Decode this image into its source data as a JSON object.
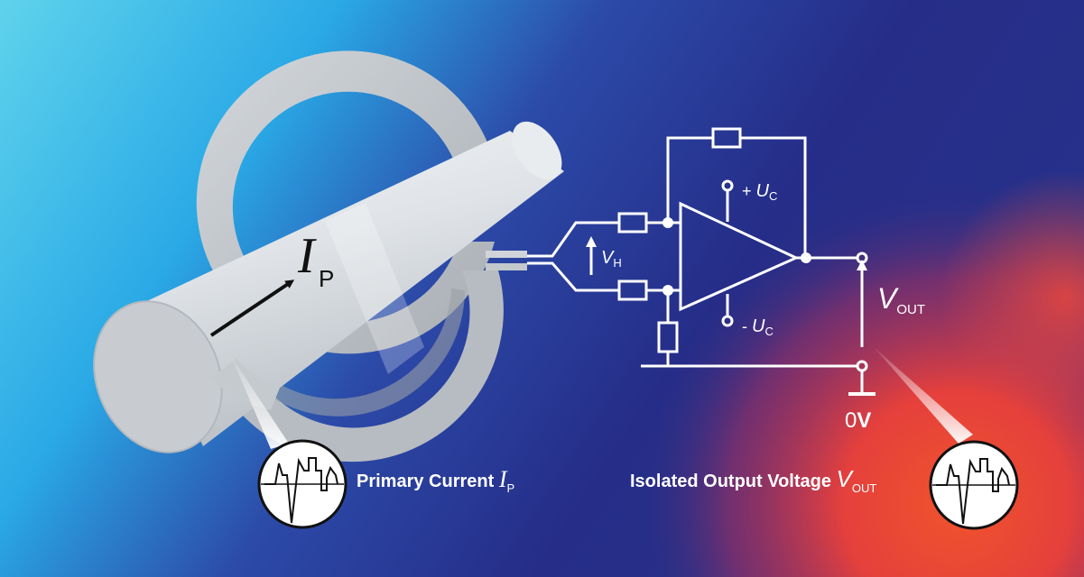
{
  "colors": {
    "bg_cyan": "#3ec9ee",
    "bg_blue": "#2b4aa6",
    "bg_navy": "#232b86",
    "bg_red": "#e8423a",
    "bg_orange": "#ef5a2a",
    "metal": "#c9cdd2",
    "wire": "#ffffff"
  },
  "conductor": {
    "current_symbol": "I",
    "current_subscript": "P"
  },
  "circuit": {
    "hall_voltage_symbol": "V",
    "hall_voltage_subscript": "H",
    "supply_pos_prefix": "+ ",
    "supply_pos_symbol": "U",
    "supply_pos_subscript": "C",
    "supply_neg_prefix": "- ",
    "supply_neg_symbol": "U",
    "supply_neg_subscript": "C",
    "output_symbol": "V",
    "output_subscript": "OUT",
    "ground_number": "0",
    "ground_unit": "V"
  },
  "callouts": {
    "primary_text": "Primary Current ",
    "primary_symbol": "I",
    "primary_subscript": "P",
    "output_text": "Isolated Output Voltage ",
    "output_symbol": "V",
    "output_subscript": "OUT"
  }
}
